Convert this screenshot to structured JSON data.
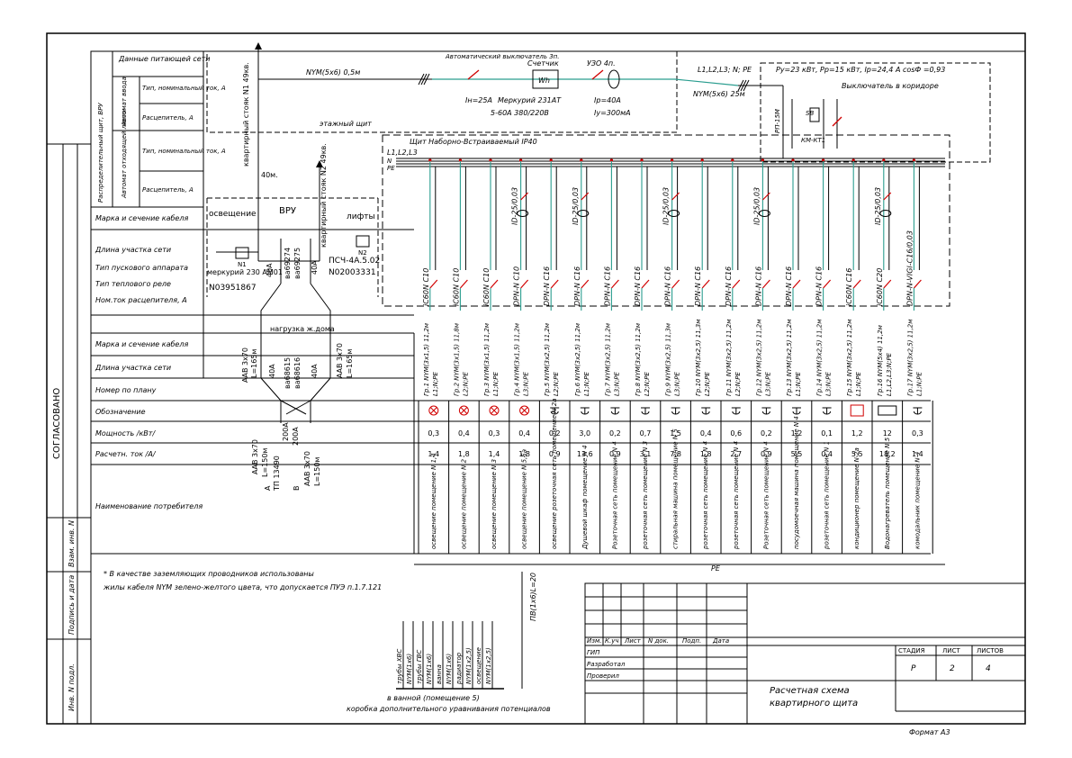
{
  "left_table": {
    "supply_header": "Данные питающей сети",
    "breaker_group_label": "Автомат ввода",
    "breaker_type_label": "Тип, номинальный ток, А",
    "breaker_release_label": "Расцепитель, А",
    "group_breaker_label": "Автомат отходящей линии",
    "group_type_label": "Тип, номинальный ток, А",
    "group_release_label": "Расцепитель, А",
    "side_label": "Распределительный щит, ВРУ",
    "cable_label": "Марка и сечение кабеля",
    "length_label": "Длина участка сети",
    "device_label": "Тип пускового аппарата",
    "relay_label": "Тип теплового реле",
    "release_label": "Ном.ток расцепителя, А",
    "cable_label2": "Марка и сечение кабеля",
    "length_label2": "Длина участка сети",
    "plan_label": "Номер по плану",
    "equipment_label": "Обозначение",
    "power_label": "Мощность /кВт/",
    "current_label": "Расчетн. ток /А/",
    "consumer_label": "Наименование потребителя"
  },
  "margin": {
    "agreed": "СОГЛАСОВАНО",
    "inv_replace": "Взам. инв. N",
    "sign_date": "Подпись и дата",
    "inv_orig": "Инв. N подл."
  },
  "top": {
    "cable_in": "NYM(5x6) 0,5м",
    "breaker_label": "Автоматический выключатель 3п.",
    "meter_label": "Счетчик",
    "meter_sym": "Wh",
    "uzo_label": "УЗО 4п.",
    "in_current": "Iн=25А",
    "meter_model": "Меркурий 231АТ",
    "meter_range": "5-60А  380/220В",
    "uzo_in": "Iр=40А",
    "uzo_dn": "Iу=300мА",
    "floor_panel": "этажный щит",
    "phase_top": "L1,L2,L3; N; PE",
    "cable_out": "NYM(5x6) 25м",
    "params": "Ру=23 кВт, Рр=15 кВт, Iр=24,4 А   cosФ =0,93",
    "corridor": "Выключатель в коридоре",
    "panel_name": "Щит Наборно-Встраиваемый IP40",
    "bus_label": "L1,L2,L3",
    "bus_n": "N",
    "bus_pe": "PE",
    "ip": "РП-15М",
    "km": "КМ-КТ1",
    "sb": "SB"
  },
  "vru": {
    "riser1": "квартирный стояк N1 49кв.",
    "riser2": "квартирный стояк N2 49кв.",
    "len40": "40м.",
    "lighting": "освещение",
    "vru_label": "ВРУ",
    "lifts": "лифты",
    "n1": "N1",
    "n2": "N2",
    "meter1": "меркурий 230 АМ01",
    "meter1_no": "N03951867",
    "meter2": "ПСЧ-4А.5.02",
    "meter2_no": "N02003331",
    "a40a": "40А",
    "a40b": "40А",
    "br1": "ва69274",
    "br2": "ва69275",
    "load": "нагрузка ж.дома",
    "cable_left": "ААВ 3х70",
    "len_left": "L=165м",
    "cable_right": "ААВ 3х70",
    "len_right": "L=165м",
    "a40c": "40А",
    "a40d": "40А",
    "br3": "ва68615",
    "br4": "ва68616",
    "tp_cable_l": "ААВ 3х70",
    "tp_len_l": "L=150м",
    "tp_cable_r": "ААВ 3х70",
    "tp_len_r": "L=150м",
    "tp": "ТП 13490",
    "a200": "200А",
    "a200b": "200А",
    "sec_a": "А",
    "sec_b": "В"
  },
  "groups": [
    {
      "dev": "iC60N C10",
      "rcd": "",
      "cable": "Гр.1 NYM(3х1,5) 11,2м",
      "ph": "L1;N;PE",
      "sym": "lamp",
      "power": "0,3",
      "current": "1,4",
      "name": "освещение помещение N 1,4"
    },
    {
      "dev": "iC60N C10",
      "rcd": "",
      "cable": "Гр.2 NYM(3х1,5) 11,8м",
      "ph": "L2;N;PE",
      "sym": "lamp",
      "power": "0,4",
      "current": "1,8",
      "name": "освещение помещение N 2"
    },
    {
      "dev": "iC60N C10",
      "rcd": "",
      "cable": "Гр.3 NYM(3х1,5) 11,2м",
      "ph": "L1;N;PE",
      "sym": "lamp",
      "power": "0,3",
      "current": "1,4",
      "name": "освещение помещение N 3"
    },
    {
      "dev": "DPN-N C10",
      "rcd": "ID-25/0,03",
      "cable": "Гр.4 NYM(3х1,5) 11,2м",
      "ph": "L3;N;PE",
      "sym": "lamp",
      "power": "0,4",
      "current": "1,8",
      "name": "освещение помещение N 5,5а"
    },
    {
      "dev": "DPN-N C16",
      "rcd": "",
      "cable": "Гр.5 NYM(3х2,5) 11,2м",
      "ph": "L2;N;PE",
      "sym": "socket",
      "power": "0,2",
      "current": "0,9",
      "name": "освещение розеточная сеть помещение N 2а"
    },
    {
      "dev": "DPN-N C16",
      "rcd": "ID-25/0,03",
      "cable": "Гр.6 NYM(3х2,5) 11,2м",
      "ph": "L1;N;PE",
      "sym": "socket",
      "power": "3,0",
      "current": "13,6",
      "name": "Душевой шкаф помещение N 4"
    },
    {
      "dev": "DPN-N C16",
      "rcd": "",
      "cable": "Гр.7 NYM(3х2,5) 11,2м",
      "ph": "L3;N;PE",
      "sym": "socket",
      "power": "0,2",
      "current": "0,9",
      "name": "Розеточная сеть помещение N 4"
    },
    {
      "dev": "DPN-N C16",
      "rcd": "",
      "cable": "Гр.8 NYM(3х2,5) 11,2м",
      "ph": "L2;N;PE",
      "sym": "socket",
      "power": "0,7",
      "current": "3,1",
      "name": "розеточная сеть помещение N 3"
    },
    {
      "dev": "DPN-N C16",
      "rcd": "ID-25/0,03",
      "cable": "Гр.9 NYM(3х2,5) 11,3м",
      "ph": "L3;N;PE",
      "sym": "socket",
      "power": "1,5",
      "current": "7,8",
      "name": "стиральная машина помещение N 5"
    },
    {
      "dev": "DPN-N C16",
      "rcd": "",
      "cable": "Гр.10 NYM(3х2,5) 11,3м",
      "ph": "L2;N;PE",
      "sym": "socket",
      "power": "0,4",
      "current": "1,8",
      "name": "розеточная сеть помещение N 4"
    },
    {
      "dev": "DPN-N C16",
      "rcd": "",
      "cable": "Гр.11 NYM(3х2,5) 11,2м",
      "ph": "L2;N;PE",
      "sym": "socket",
      "power": "0,6",
      "current": "2,7",
      "name": "розеточная сеть помещение N 4"
    },
    {
      "dev": "DPN-N C16",
      "rcd": "ID-25/0,03",
      "cable": "Гр.12 NYM(3х2,5) 11,2м",
      "ph": "L3;N;PE",
      "sym": "socket",
      "power": "0,2",
      "current": "0,9",
      "name": "Розеточная сеть помещение N 4"
    },
    {
      "dev": "DPN-N C16",
      "rcd": "",
      "cable": "Гр.13 NYM(3х2,5) 11,2м",
      "ph": "L1;N;PE",
      "sym": "socket",
      "power": "1,2",
      "current": "5,5",
      "name": "посудомоечная машина помещение N 4"
    },
    {
      "dev": "DPN-N C16",
      "rcd": "",
      "cable": "Гр.14 NYM(3х2,5) 11,2м",
      "ph": "L3;N;PE",
      "sym": "socket",
      "power": "0,1",
      "current": "0,4",
      "name": "розеточная сеть помещение N 1"
    },
    {
      "dev": "iC60N C16",
      "rcd": "",
      "cable": "Гр.15 NYM(3х2,5) 11,2м",
      "ph": "L1;N;PE",
      "sym": "box",
      "power": "1,2",
      "current": "5,5",
      "name": "кондиционер помещение N 2а"
    },
    {
      "dev": "iC60N C20",
      "rcd": "ID-25/0,03",
      "cable": "Гр.16 NYM(5х4) 11,2м",
      "ph": "L1,L2,L3;N;PE",
      "sym": "heater",
      "power": "12",
      "current": "18,2",
      "name": "Водонагреватель помещение N 5"
    },
    {
      "dev": "DPN-N-VIGI-C16/0,03",
      "rcd": "",
      "cable": "Гр.17 NYM(3х2,5) 11,2м",
      "ph": "L1;N;PE",
      "sym": "socket",
      "power": "0,3",
      "current": "1,4",
      "name": "комодальник помещение N 4"
    }
  ],
  "pe_label": "PE",
  "notes": {
    "line1": "* В качестве заземляющих проводников использованы",
    "line2": "жилы кабеля NYM зелено-желтого цвета, что допускается ПУЭ п.1.7.121"
  },
  "bath": {
    "items": [
      "трубы ХВС",
      "NYM(1х6)",
      "трубы ГВС",
      "NYM(1х6)",
      "ванна",
      "NYM(1х6)",
      "радиатор",
      "NYM(1х2,5)",
      "освещение",
      "NYM(1х2,5)"
    ],
    "caption1": "в ванной (помещение 5)",
    "caption2": "коробка дополнительного уравнивания потенциалов",
    "pe_cable": "ПВ(1х6)L=20"
  },
  "title": {
    "col1": "Изм.",
    "col2": "К.уч",
    "col3": "Лист",
    "col4": "N док.",
    "col5": "Подп.",
    "col6": "Дата",
    "gip": "ГИП",
    "developed": "Разработал",
    "checked": "Проверил",
    "drawing_title1": "Расчетная схема",
    "drawing_title2": "квартирного щита",
    "stage_h": "СТАДИЯ",
    "sheet_h": "ЛИСТ",
    "sheets_h": "ЛИСТОВ",
    "stage": "Р",
    "sheet": "2",
    "sheets": "4",
    "format": "Формат А3"
  }
}
